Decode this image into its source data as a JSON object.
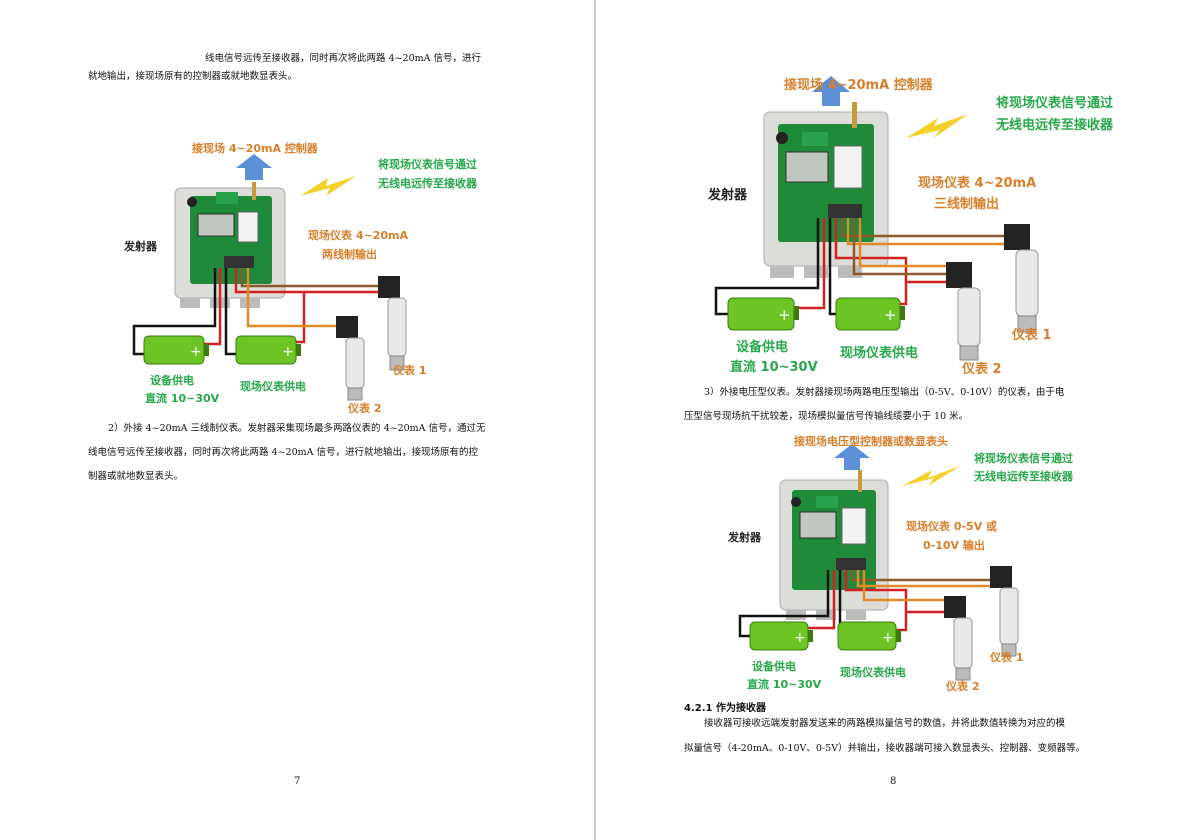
{
  "left": {
    "para1_line1": "线电信号远传至接收器，同时再次将此两路 4~20mA 信号，进行",
    "para1_line2": "就地输出，接现场原有的控制器或就地数显表头。",
    "diagram1": {
      "controller_label": "接现场 4~20mA 控制器",
      "wireless_line1": "将现场仪表信号通过",
      "wireless_line2": "无线电远传至接收器",
      "transmitter": "发射器",
      "output_line1": "现场仪表 4~20mA",
      "output_line2": "两线制输出",
      "supply_line1": "设备供电",
      "supply_line2": "直流 10~30V",
      "field_supply": "现场仪表供电",
      "meter1": "仪表 1",
      "meter2": "仪表 2"
    },
    "para2_line1": "2）外接 4~20mA 三线制仪表。发射器采集现场最多两路仪表的 4~20mA 信号，通过无",
    "para2_line2": "线电信号远传至接收器，同时再次将此两路 4~20mA 信号，进行就地输出，接现场原有的控",
    "para2_line3": "制器或就地数显表头。",
    "page_number": "7"
  },
  "right": {
    "diagram2": {
      "controller_label": "接现场 4~20mA 控制器",
      "wireless_line1": "将现场仪表信号通过",
      "wireless_line2": "无线电远传至接收器",
      "transmitter": "发射器",
      "output_line1": "现场仪表 4~20mA",
      "output_line2": "三线制输出",
      "supply_line1": "设备供电",
      "supply_line2": "直流 10~30V",
      "field_supply": "现场仪表供电",
      "meter1": "仪表 1",
      "meter2": "仪表 2"
    },
    "para3_line1": "3）外接电压型仪表。发射器接现场两路电压型输出（0-5V、0-10V）的仪表，由于电",
    "para3_line2": "压型信号现场抗干扰较差，现场模拟量信号传输线缆要小于 10 米。",
    "diagram3": {
      "controller_label": "接现场电压型控制器或数显表头",
      "wireless_line1": "将现场仪表信号通过",
      "wireless_line2": "无线电远传至接收器",
      "transmitter": "发射器",
      "output_line1": "现场仪表 0-5V 或",
      "output_line2": "0-10V 输出",
      "supply_line1": "设备供电",
      "supply_line2": "直流 10~30V",
      "field_supply": "现场仪表供电",
      "meter1": "仪表 1",
      "meter2": "仪表 2"
    },
    "section_heading": "4.2.1 作为接收器",
    "para4_line1": "接收器可接收远端发射器发送来的两路模拟量信号的数值，并将此数值转换为对应的模",
    "para4_line2": "拟量信号（4-20mA、0-10V、0-5V）并输出，接收器端可接入数显表头、控制器、变频器等。",
    "page_number": "8"
  },
  "colors": {
    "orange_label": "#d87f2a",
    "green_label": "#27a84a",
    "arrow_blue": "#5b8fd6",
    "lightning": "#f3d02a",
    "wire_red": "#d42020",
    "wire_orange": "#e08a2a",
    "wire_brown": "#8b5a2b",
    "wire_black": "#111111",
    "board_green": "#1e8a3a",
    "battery_green": "#6cc524"
  }
}
